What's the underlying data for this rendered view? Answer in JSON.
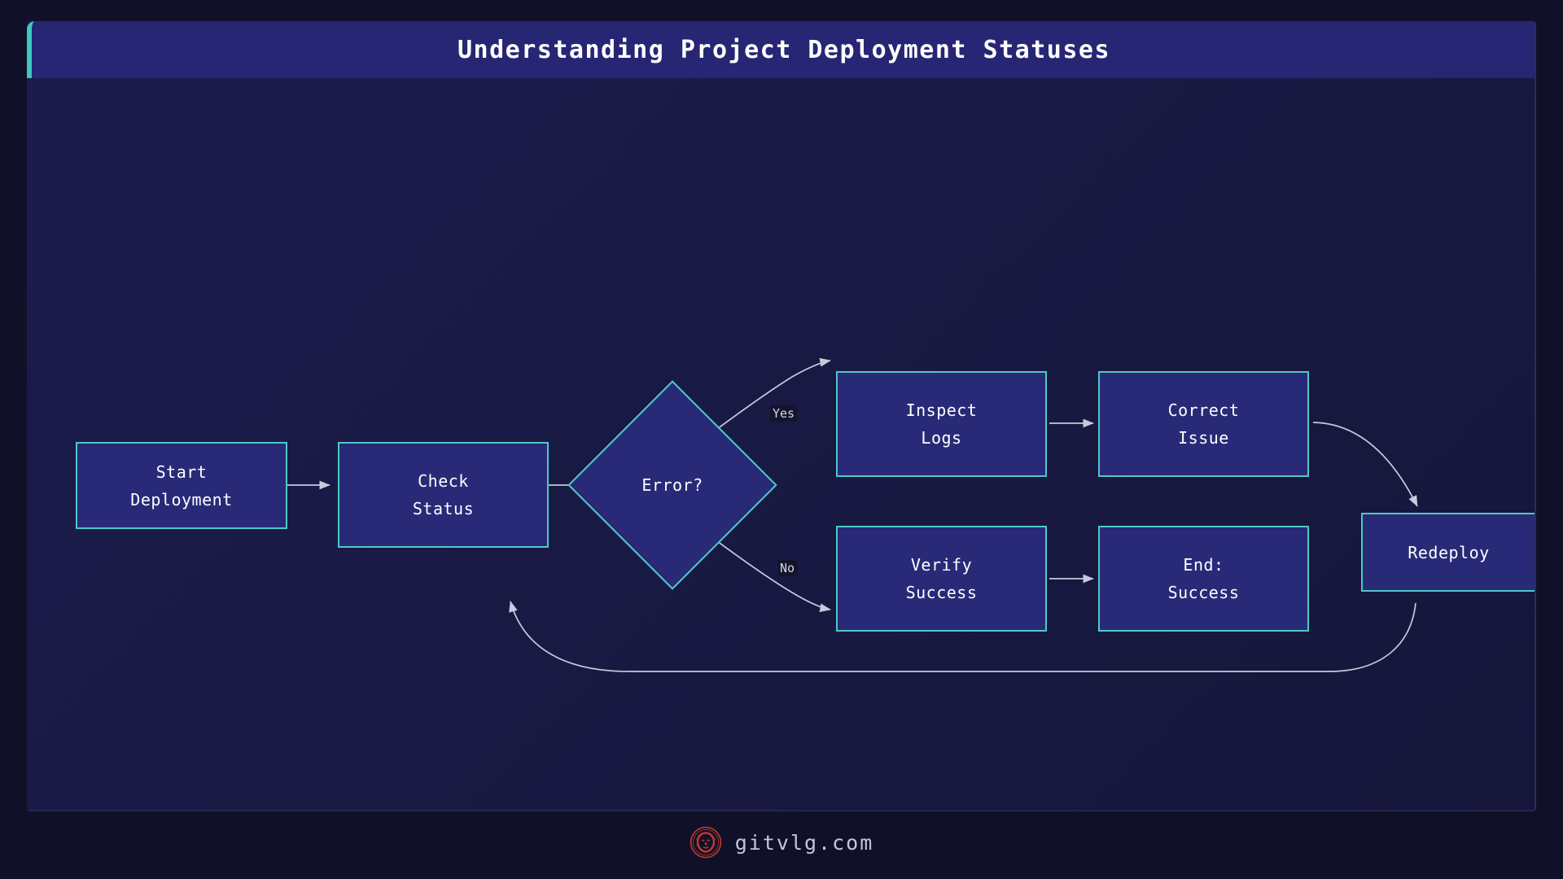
{
  "header": {
    "title": "Understanding Project Deployment Statuses",
    "accent_color": "#3fc8c2",
    "background_color": "#262674"
  },
  "theme": {
    "page_background": "#101128",
    "canvas_background": "#1a1b48",
    "node_fill": "#282a78",
    "node_border": "#4ec9c6",
    "node_text": "#ffffff",
    "edge_color": "#c8c9dc",
    "edge_label_background": "#14142c"
  },
  "diagram": {
    "type": "flowchart",
    "nodes": [
      {
        "id": "start",
        "shape": "rect",
        "label_lines": [
          "Start",
          "Deployment"
        ]
      },
      {
        "id": "check",
        "shape": "rect",
        "label_lines": [
          "Check",
          "Status"
        ]
      },
      {
        "id": "error",
        "shape": "diamond",
        "label_lines": [
          "Error?"
        ]
      },
      {
        "id": "inspect",
        "shape": "rect",
        "label_lines": [
          "Inspect",
          "Logs"
        ]
      },
      {
        "id": "correct",
        "shape": "rect",
        "label_lines": [
          "Correct",
          "Issue"
        ]
      },
      {
        "id": "verify",
        "shape": "rect",
        "label_lines": [
          "Verify",
          "Success"
        ]
      },
      {
        "id": "end",
        "shape": "rect",
        "label_lines": [
          "End:",
          "Success"
        ]
      },
      {
        "id": "redeploy",
        "shape": "rect",
        "label_lines": [
          "Redeploy"
        ]
      }
    ],
    "edges": [
      {
        "from": "start",
        "to": "check",
        "label": ""
      },
      {
        "from": "check",
        "to": "error",
        "label": ""
      },
      {
        "from": "error",
        "to": "inspect",
        "label": "Yes"
      },
      {
        "from": "error",
        "to": "verify",
        "label": "No"
      },
      {
        "from": "inspect",
        "to": "correct",
        "label": ""
      },
      {
        "from": "correct",
        "to": "redeploy",
        "label": ""
      },
      {
        "from": "verify",
        "to": "end",
        "label": ""
      },
      {
        "from": "redeploy",
        "to": "check",
        "label": ""
      }
    ],
    "edge_labels": {
      "yes": "Yes",
      "no": "No"
    }
  },
  "footer": {
    "site": "gitvlg.com",
    "logo_name": "lion-logo",
    "logo_color": "#c0392f"
  }
}
